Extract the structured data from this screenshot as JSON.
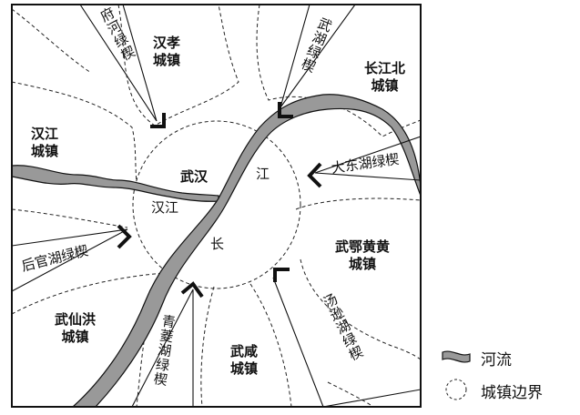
{
  "towns": {
    "hanxiao": "汉孝\n城镇",
    "changjiangbei": "长江北\n城镇",
    "hanjiang": "汉江\n城镇",
    "wuehuanghuang": "武鄂黄黄\n城镇",
    "wuxianhong": "武仙洪\n城镇",
    "wuxian": "武咸\n城镇"
  },
  "center": {
    "wuhan": "武汉",
    "jiang": "江",
    "hanjiang_river": "汉江",
    "chang": "长"
  },
  "greenways": {
    "fuhe": "府河绿楔",
    "wuhu": "武湖绿楔",
    "dadonghu": "大东湖绿楔",
    "houguanhu": "后官湖绿楔",
    "qinglinghu": "青菱湖绿楔",
    "tangxunhu": "汤逊湖绿楔"
  },
  "legend": {
    "river": "河流",
    "boundary": "城镇边界"
  }
}
